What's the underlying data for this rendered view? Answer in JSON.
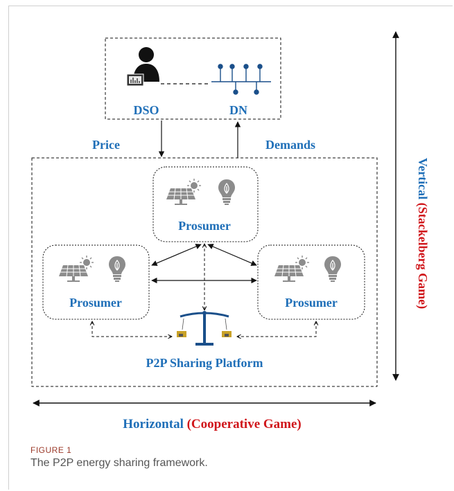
{
  "diagram": {
    "dso_label": "DSO",
    "dn_label": "DN",
    "price_label": "Price",
    "demands_label": "Demands",
    "prosumer_top_label": "Prosumer",
    "prosumer_left_label": "Prosumer",
    "prosumer_right_label": "Prosumer",
    "platform_label": "P2P Sharing Platform",
    "vertical_blue": "Vertical ",
    "vertical_red": "(Stackelberg Game)",
    "horizontal_blue": "Horizontal ",
    "horizontal_red": "(Cooperative Game)"
  },
  "caption": {
    "heading": "FIGURE 1",
    "text": "The P2P energy sharing framework."
  },
  "colors": {
    "label_blue": "#1f6fb8",
    "label_red": "#d0161b",
    "icon_gray": "#8c8c8c",
    "node_blue": "#1a4f8a"
  }
}
